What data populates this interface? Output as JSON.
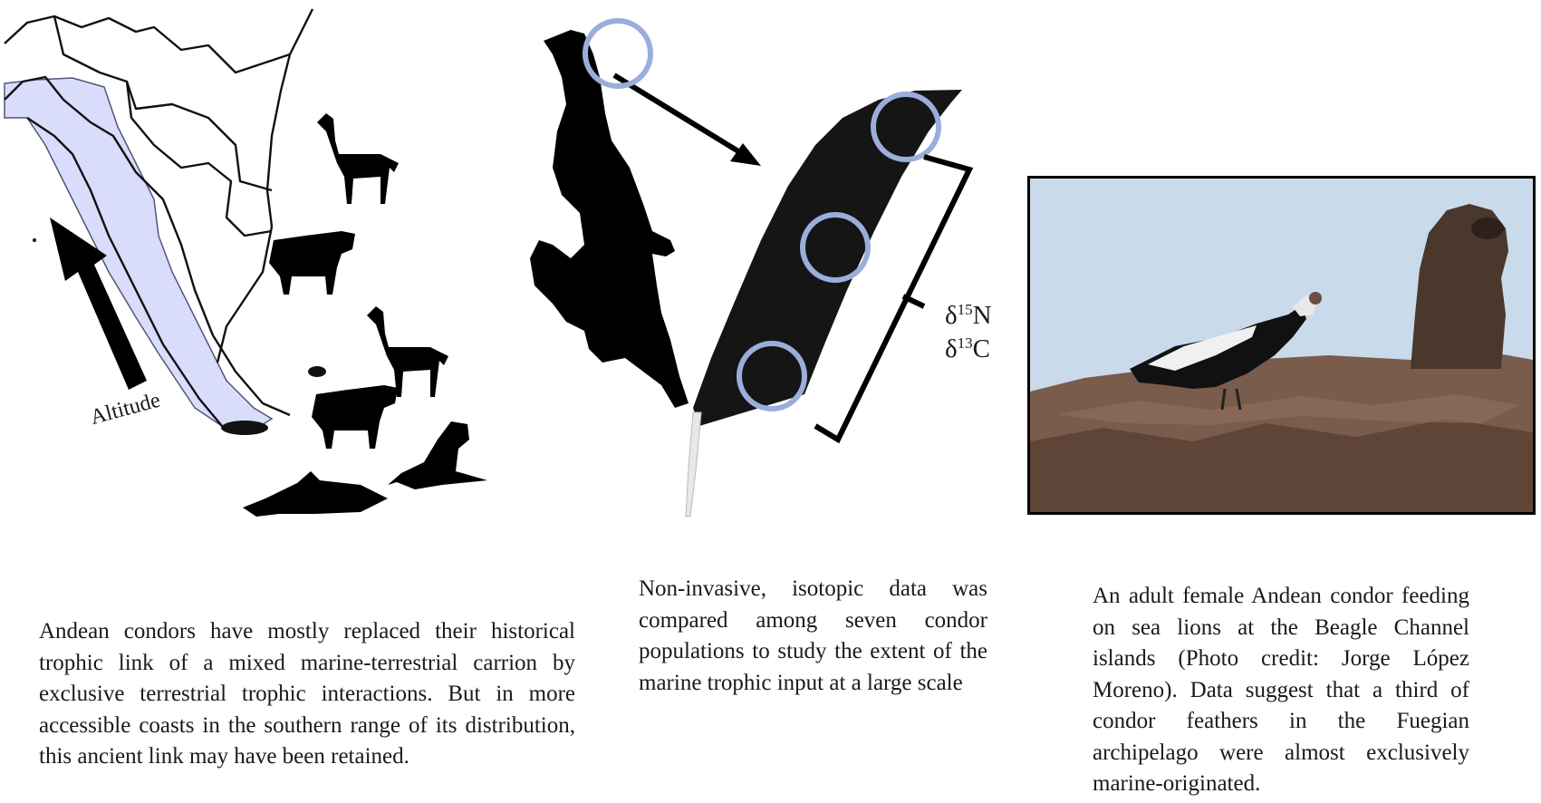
{
  "map": {
    "altitude_label": "Altitude",
    "range_fill": "#d9dcfb",
    "range_stroke": "#555577",
    "animals": [
      "guanaco-icon",
      "sheep-icon",
      "guanaco-icon",
      "sheep-icon",
      "sea-lion-icon",
      "dolphin-icon"
    ]
  },
  "isotopes": {
    "nitrogen": {
      "symbol": "δ",
      "mass": "15",
      "element": "N"
    },
    "carbon": {
      "symbol": "δ",
      "mass": "13",
      "element": "C"
    }
  },
  "markers": {
    "circle_color": "#9badda"
  },
  "captions": {
    "left": "Andean condors have mostly replaced their historical trophic link of a mixed marine-terrestrial carrion by exclusive terrestrial trophic interactions. But in more accessible coasts in the southern range of its distribution, this ancient link may have been retained.",
    "middle": "Non-invasive, isotopic data was compared among seven condor populations to study the extent of the marine trophic input at a large scale",
    "right": "An adult female Andean condor feeding on sea lions at the Beagle Channel islands (Photo credit: Jorge López Moreno). Data suggest that a third of condor feathers in the Fuegian archipelago were almost exclusively marine-originated."
  },
  "photo": {
    "sky": "#c9daea",
    "rock": "#7a5c4c",
    "sea_lion": "#4a382c"
  }
}
